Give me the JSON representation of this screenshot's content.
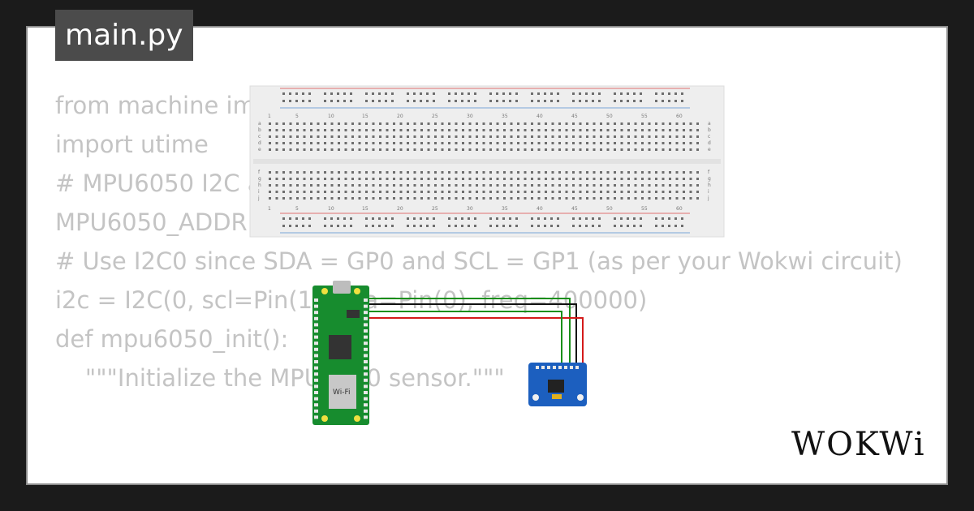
{
  "file_tab": {
    "label": "main.py"
  },
  "code_lines": [
    "from machine import Pin, I2C",
    "import utime",
    "",
    "# MPU6050 I2C address",
    "MPU6050_ADDR = 0x68",
    "",
    "# Use I2C0 since SDA = GP0 and SCL = GP1 (as per your Wokwi circuit)",
    "i2c = I2C(0, scl=Pin(1), sda=Pin(0), freq=400000)",
    "",
    "def mpu6050_init():",
    "    \"\"\"Initialize the MPU6050 sensor.\"\"\""
  ],
  "breadboard": {
    "column_numbers": [
      "1",
      "5",
      "10",
      "15",
      "20",
      "25",
      "30",
      "35",
      "40",
      "45",
      "50",
      "55",
      "60"
    ],
    "row_letters_top": [
      "a",
      "b",
      "c",
      "d",
      "e"
    ],
    "row_letters_bottom": [
      "f",
      "g",
      "h",
      "i",
      "j"
    ]
  },
  "pico": {
    "wifi_label": "Wi-Fi"
  },
  "wire_colors": {
    "green": "#1a8f1a",
    "black": "#111111",
    "red": "#d41a1a"
  },
  "brand": {
    "logo": "WOKWi"
  }
}
